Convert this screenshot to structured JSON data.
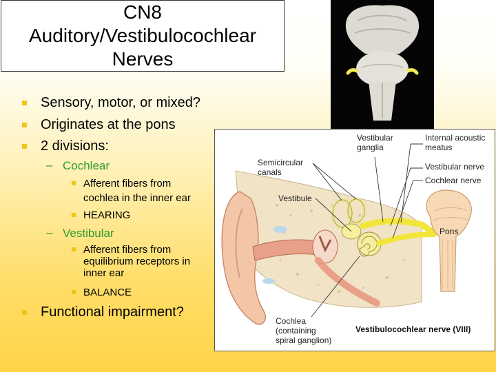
{
  "title": {
    "line1": "CN8",
    "line2": "Auditory/Vestibulocochlear",
    "line3": "Nerves"
  },
  "bullets": {
    "q1": "Sensory, motor, or mixed?",
    "origin": "Originates at the pons",
    "divisions": "2 divisions:",
    "cochlear": {
      "label": "Cochlear",
      "detail_line1": "Afferent fibers from",
      "detail_line2": "cochlea in the inner ear",
      "function": "HEARING"
    },
    "vestibular": {
      "label": "Vestibular",
      "detail_line1": "Afferent fibers from",
      "detail_line2": "equilibrium receptors in",
      "detail_line3": "inner ear",
      "function": "BALANCE"
    },
    "impairment": "Functional impairment?"
  },
  "diagram": {
    "labels": {
      "vestibular_ganglia_1": "Vestibular",
      "vestibular_ganglia_2": "ganglia",
      "internal_meatus_1": "Internal acoustic",
      "internal_meatus_2": "meatus",
      "semicircular_1": "Semicircular",
      "semicircular_2": "canals",
      "vestibular_nerve": "Vestibular nerve",
      "cochlear_nerve": "Cochlear nerve",
      "vestibule": "Vestibule",
      "pons": "Pons",
      "cochlea_1": "Cochlea",
      "cochlea_2": "(containing",
      "cochlea_3": "spiral ganglion)",
      "caption": "Vestibulocochlear nerve (VIII)"
    }
  },
  "colors": {
    "bullet_marker": "#f0c419",
    "sub_bullet_text": "#2e9a2e",
    "nerve": "#f3e63a",
    "bone": "#f1e3c6"
  }
}
